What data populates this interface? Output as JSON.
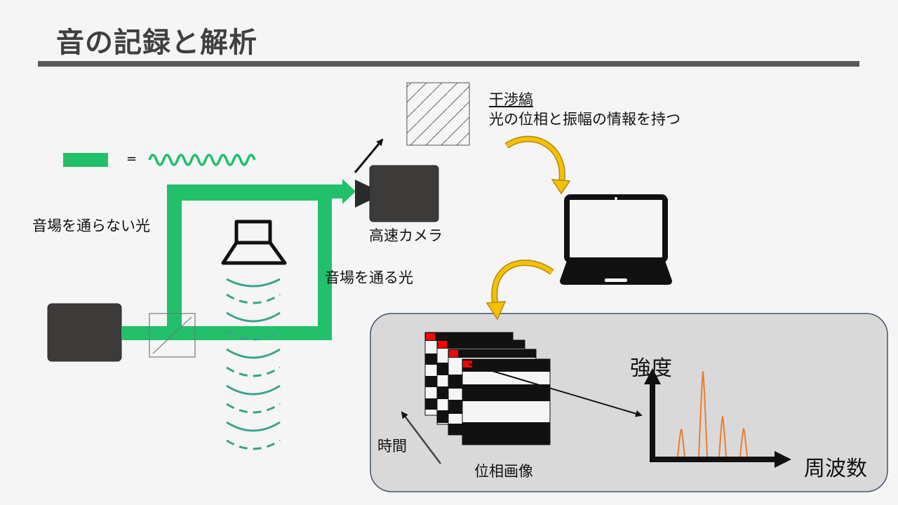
{
  "slide": {
    "title": "音の記録と解析"
  },
  "labels": {
    "legend_equals": "=",
    "light_no_field": "音場を通らない光",
    "light_through_field": "音場を通る光",
    "camera": "高速カメラ",
    "interferogram_title": "干渉縞",
    "interferogram_desc": "光の位相と振幅の情報を持つ",
    "time_axis": "時間",
    "phase_images": "位相画像",
    "intensity_axis": "強度",
    "frequency_axis": "周波数"
  },
  "colors": {
    "beam": "#22c06a",
    "wave": "#1fbf6e",
    "sound_waves": "#3aa58a",
    "device": "#3d3a3a",
    "arrow_gold": "#e0a800",
    "spectrum": "#ed7d31",
    "panel_bg": "#d9d9d9",
    "panel_border": "#44546a",
    "pixel_marker": "#ff0000"
  },
  "icons": {
    "speaker": "speaker-icon",
    "laptop": "laptop-icon",
    "camera": "camera-icon",
    "beam_splitter": "beam-splitter-icon"
  }
}
